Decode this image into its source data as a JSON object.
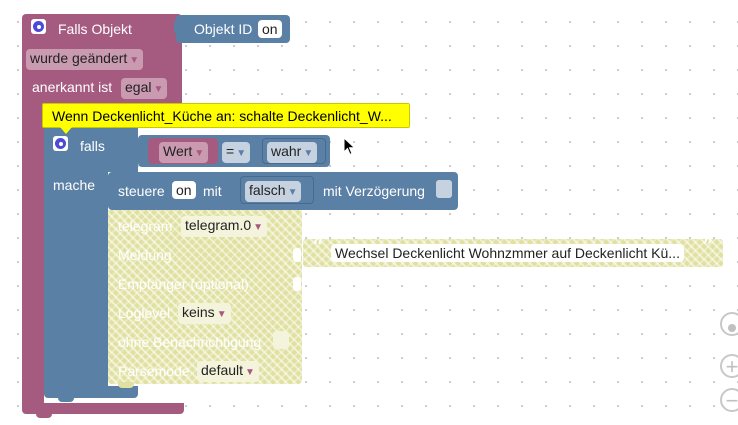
{
  "colors": {
    "event_block": "#a55b80",
    "control_block": "#5b80a5",
    "logic_block": "#5b80a5",
    "telegram_block": "#e0e0a0",
    "comment": "#ffff00"
  },
  "event_block": {
    "title": "Falls Objekt",
    "object_id_label": "Objekt ID",
    "object_id_value": "on",
    "trigger_dropdown": "wurde geändert",
    "ack_label": "anerkannt ist",
    "ack_value": "egal"
  },
  "comment": {
    "text": "Wenn Deckenlicht_Küche an: schalte Deckenlicht_W..."
  },
  "if_block": {
    "if_label": "falls",
    "do_label": "mache",
    "compare": {
      "left": "Wert",
      "operator": "=",
      "right": "wahr"
    }
  },
  "control_block": {
    "label": "steuere",
    "object_value": "on",
    "with_label": "mit",
    "value": "falsch",
    "delay_label": "mit Verzögerung"
  },
  "telegram_block": {
    "label": "telegram",
    "instance": "telegram.0",
    "message_label": "Meldung",
    "message_text": "Wechsel Deckenlicht Wohnzmmer auf Deckenlicht Kü...",
    "recipient_label": "Empfänger (optional)",
    "loglevel_label": "Loglevel",
    "loglevel_value": "keins",
    "silent_label": "ohne Benachrichtigung",
    "parsemode_label": "Parsemode",
    "parsemode_value": "default"
  },
  "icons": {
    "gear": "gear-icon",
    "cursor": "mouse-cursor-icon",
    "quote_open": "“",
    "quote_close": "”",
    "zoom_reset": "zoom-reset-icon",
    "zoom_in": "+",
    "zoom_out": "−"
  }
}
